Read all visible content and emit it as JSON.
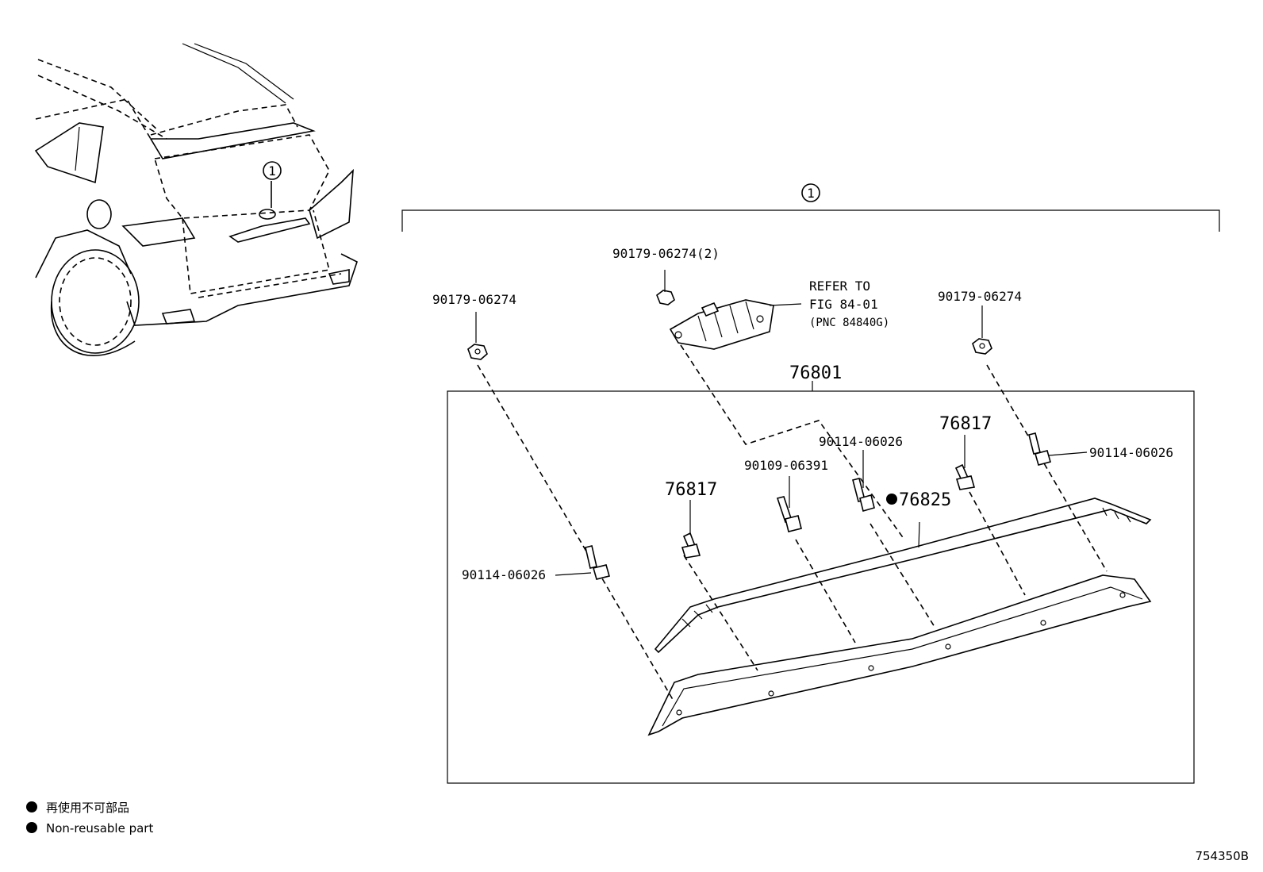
{
  "colors": {
    "ink": "#000000",
    "background": "#ffffff"
  },
  "callouts": {
    "ref_marker_vehicle": "1",
    "ref_marker_group": "1"
  },
  "labels": {
    "nut_left": "90179-06274",
    "nut_center": "90179-06274(2)",
    "nut_right": "90179-06274",
    "refer_line1": "REFER TO",
    "refer_line2": "FIG 84-01",
    "refer_line3": "(PNC 84840G)",
    "assembly": "76801",
    "clip_left": "76817",
    "clip_right": "76817",
    "bolt_center": "90109-06391",
    "screw_center": "90114-06026",
    "screw_right": "90114-06026",
    "screw_left": "90114-06026",
    "seal": "76825"
  },
  "legend": {
    "line_ja": "再使用不可部品",
    "line_en": "Non-reusable part"
  },
  "drawing_number": "754350B"
}
